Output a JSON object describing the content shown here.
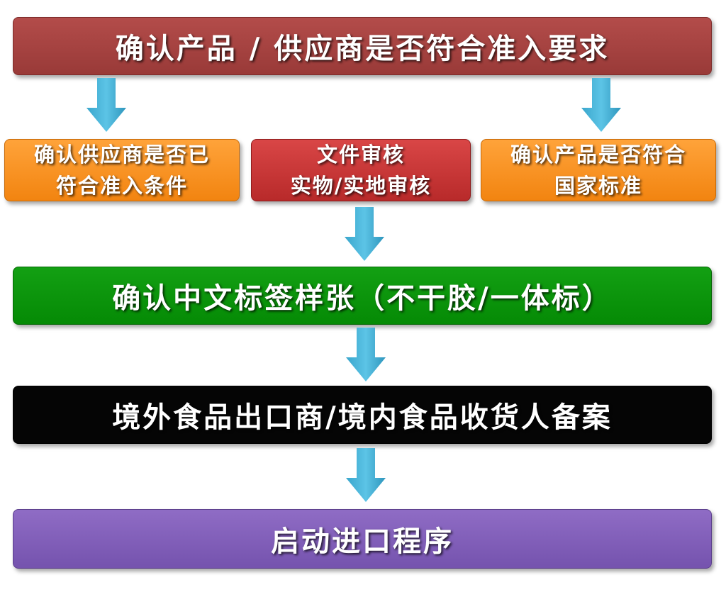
{
  "steps": {
    "top": "确认产品 / 供应商是否符合准入要求",
    "left": {
      "line1": "确认供应商是否已",
      "line2": "符合准入条件"
    },
    "middle": {
      "line1": "文件审核",
      "line2": "实物/实地审核"
    },
    "right": {
      "line1": "确认产品是否符合",
      "line2": "国家标准"
    },
    "label": "确认中文标签样张（不干胶/一体标）",
    "record": "境外食品出口商/境内食品收货人备案",
    "start": "启动进口程序"
  },
  "colors": {
    "top": "#a84442",
    "side": "#f7901e",
    "middle": "#c83535",
    "label": "#0b960b",
    "record": "#050505",
    "start": "#8060b8",
    "arrow": "#4bb8db"
  },
  "icons": {
    "connector": "down-arrow-icon"
  }
}
